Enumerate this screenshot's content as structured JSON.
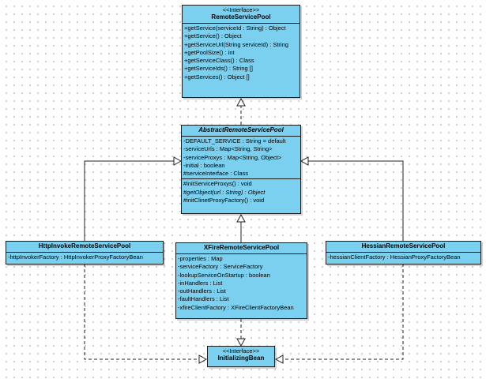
{
  "remote_service_pool": {
    "stereotype": "<<Interface>>",
    "name": "RemoteServicePool",
    "operations": [
      "+getService(serviceId : String) : Object",
      "+getService() : Object",
      "+getServiceUrl(String serviceId) : String",
      "+getPoolSize() : int",
      "+getServiceClass() : Class",
      "+getServiceIds() : String []",
      "+getServices() : Object []"
    ]
  },
  "abstract_remote_service_pool": {
    "name": "AbstractRemoteServicePool",
    "attributes": [
      "-DEFAULT_SERVICE : String = default",
      "-serviceUrls : Map<String, String>",
      "-serviceProxys : Map<String, Object>",
      "-initial : boolean",
      "#serviceInterface : Class"
    ],
    "operations": [
      "#initServiceProxys() : void",
      "#getObject(url : String) : Object",
      "#initClinetProxyFactory() : void"
    ]
  },
  "http_invoke_pool": {
    "name": "HttpInvokeRemoteServicePool",
    "attributes": [
      "-httpInvokerFactory : HttpInvokerProxyFactoryBean"
    ]
  },
  "xfire_pool": {
    "name": "XFireRemoteServicePool",
    "attributes": [
      "-properties : Map",
      "-serviceFactory : ServiceFactory",
      "-lookupServiceOnStartup : boolean",
      "-inHandlers : List",
      "-outHandlers : List",
      "-faultHandlers : List",
      "-xfireClientFactory : XFireClientFactoryBean"
    ]
  },
  "hessian_pool": {
    "name": "HessianRemoteServicePool",
    "attributes": [
      "-hessianClientFactory : HessianProxyFactoryBean"
    ]
  },
  "initializing_bean": {
    "stereotype": "<<Interface>>",
    "name": "InitializingBean"
  },
  "colors": {
    "class_fill": "#7bd0ef",
    "border": "#1a1a1a",
    "grid_dot": "#c4c4c4"
  }
}
